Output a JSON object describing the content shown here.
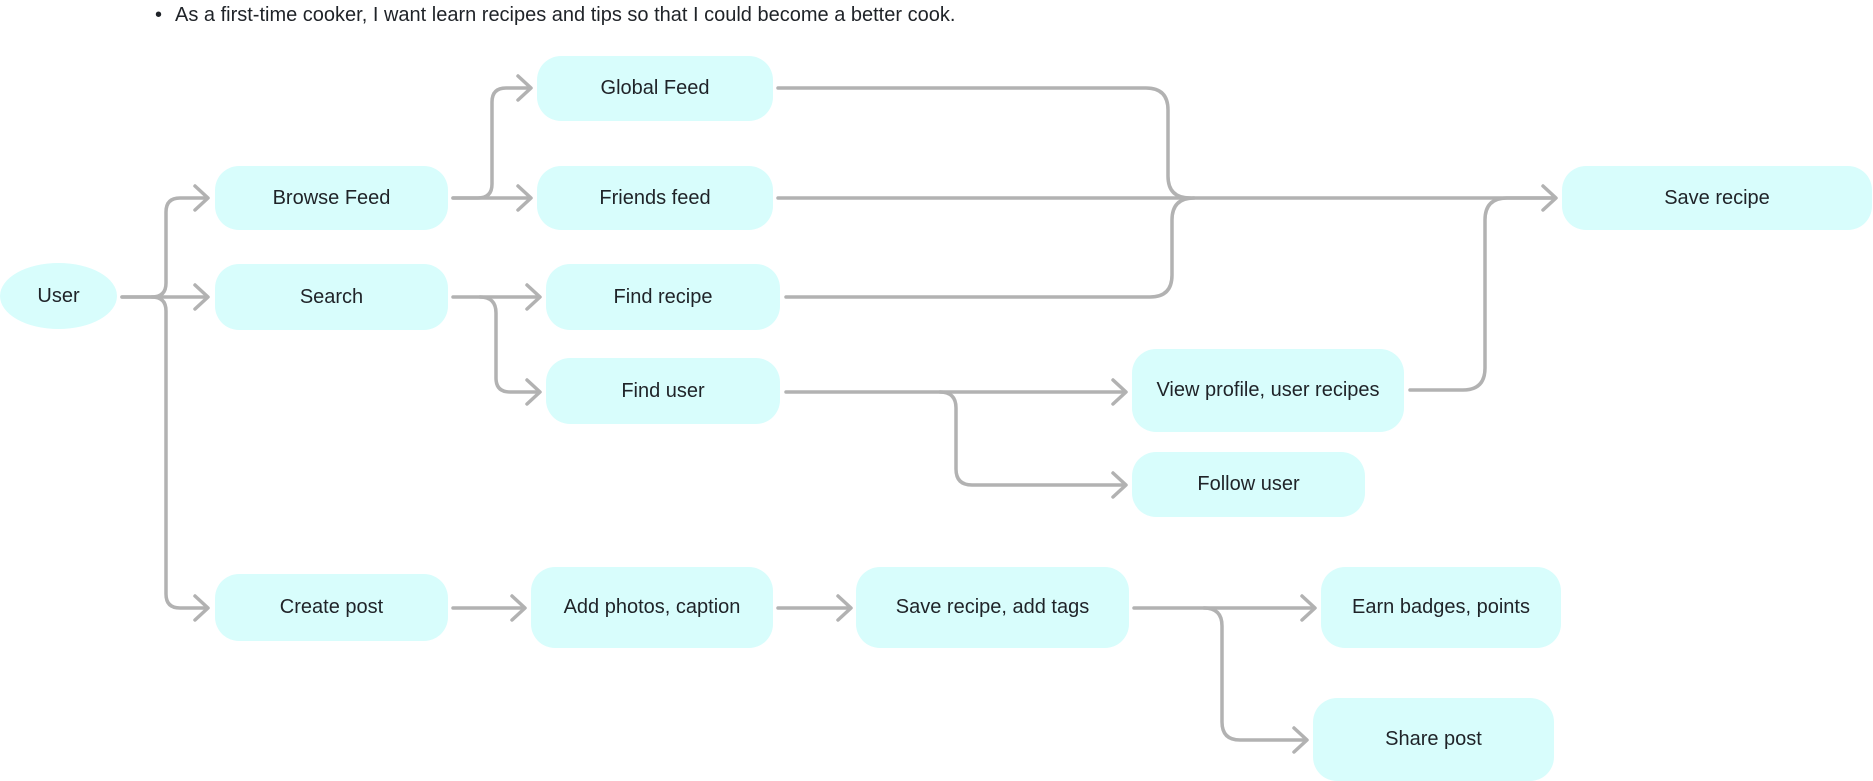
{
  "header": {
    "story": "As a first-time cooker, I want learn recipes and tips so that I could become a better cook."
  },
  "nodes": {
    "user": "User",
    "browse_feed": "Browse Feed",
    "search": "Search",
    "create_post": "Create post",
    "global_feed": "Global Feed",
    "friends_feed": "Friends feed",
    "find_recipe": "Find recipe",
    "find_user": "Find user",
    "view_profile": "View profile,  user recipes",
    "follow_user": "Follow user",
    "save_recipe": "Save recipe",
    "add_photos": "Add photos, caption",
    "save_recipe_tags": "Save recipe, add tags",
    "earn_badges": "Earn badges, points",
    "share_post": "Share post"
  },
  "colors": {
    "node_fill": "#d8fdfc",
    "connector": "#b2b2b2",
    "text": "#1f2328"
  }
}
